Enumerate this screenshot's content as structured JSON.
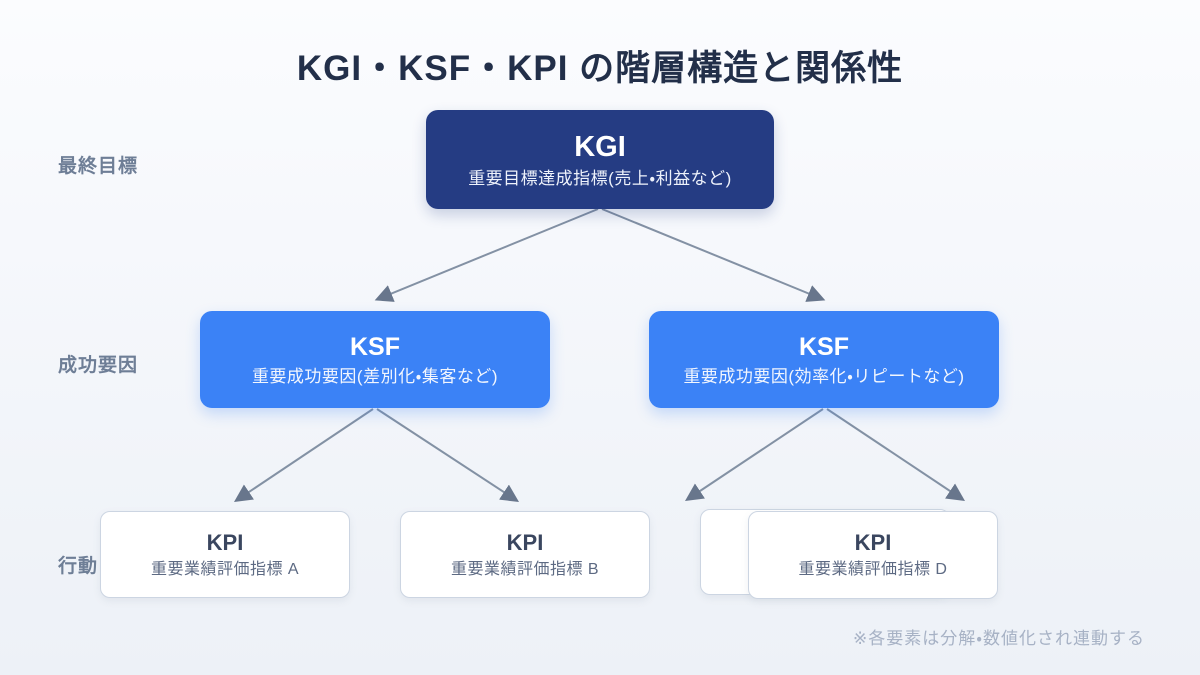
{
  "title": "KGI・KSF・KPI の階層構造と関係性",
  "row_labels": [
    {
      "id": "final-goal",
      "label": "最終目標"
    },
    {
      "id": "success-factor",
      "label": "成功要因"
    },
    {
      "id": "action",
      "label": "行動"
    }
  ],
  "nodes": {
    "kgi": {
      "name": "KGI",
      "description": "重要目標達成指標(売上・利益など)"
    },
    "ksf_left": {
      "name": "KSF",
      "description": "重要成功要因(差別化・集客など)"
    },
    "ksf_right": {
      "name": "KSF",
      "description": "重要成功要因(効率化・リピートなど)"
    },
    "kpi_a": {
      "name": "KPI",
      "description": "重要業績評価指標 A"
    },
    "kpi_b": {
      "name": "KPI",
      "description": "重要業績評価指標 B"
    },
    "kpi_hidden": {
      "name": "",
      "description": ""
    },
    "kpi_d": {
      "name": "KPI",
      "description": "重要業績評価指標 D"
    }
  },
  "connections": [
    {
      "from": "kgi",
      "to": "ksf_left"
    },
    {
      "from": "kgi",
      "to": "ksf_right"
    },
    {
      "from": "ksf_left",
      "to": "kpi_a"
    },
    {
      "from": "ksf_left",
      "to": "kpi_b"
    },
    {
      "from": "ksf_right",
      "to": "kpi_hidden"
    },
    {
      "from": "ksf_right",
      "to": "kpi_d"
    }
  ],
  "footnote": "※各要素は分解・数値化され連動する",
  "colors": {
    "kgi_box": "#253c83",
    "ksf_box": "#3b82f6",
    "kpi_box": "#ffffff",
    "kpi_border": "#ccd5e2",
    "arrow": "#77859a",
    "title_text": "#222f49",
    "row_label_text": "#6e7e96",
    "footnote_text": "#a7b2c5"
  }
}
